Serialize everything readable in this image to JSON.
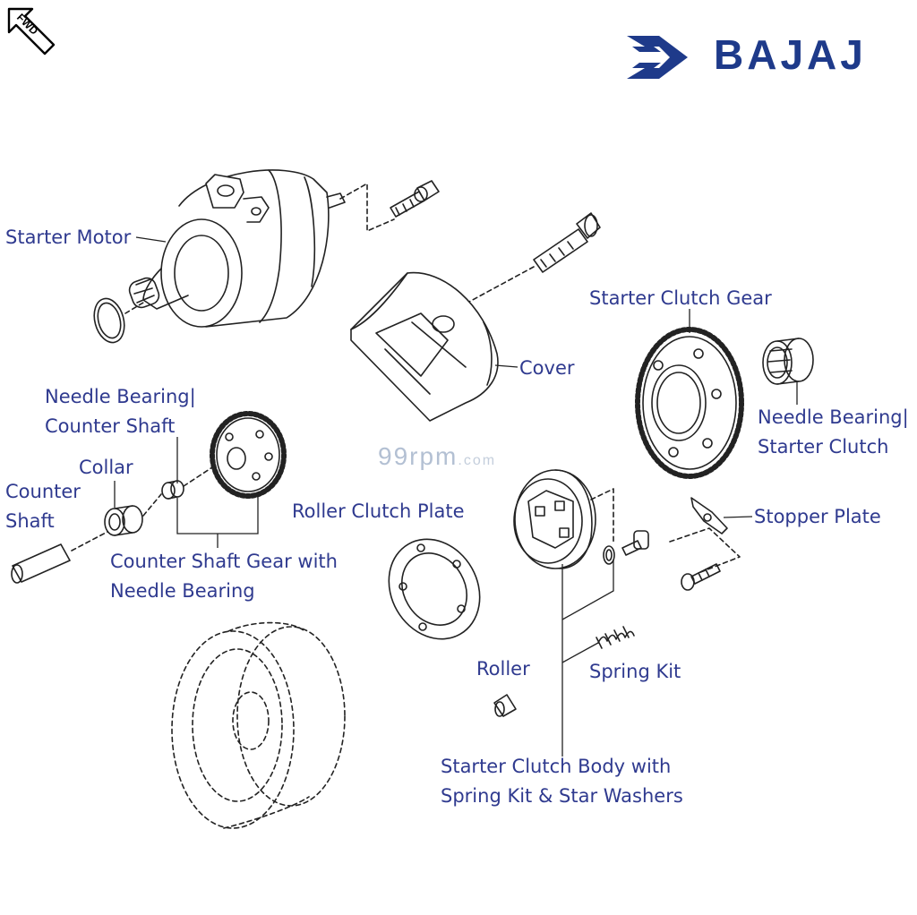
{
  "brand": {
    "name": "BAJAJ",
    "color": "#1e3a8a",
    "logo_icon": "bajaj-wing-logo"
  },
  "fwd": {
    "label": "FWD",
    "icon": "forward-arrow-icon"
  },
  "watermark": {
    "a": "99",
    "b": "rpm",
    "c": ".com"
  },
  "label_color": "#2f3a8f",
  "labels": {
    "starter_motor": "Starter Motor",
    "cover": "Cover",
    "starter_clutch_gear": "Starter Clutch Gear",
    "needle_bearing_starter_l1": "Needle Bearing|",
    "needle_bearing_starter_l2": "Starter Clutch",
    "needle_bearing_counter_l1": "Needle Bearing|",
    "needle_bearing_counter_l2": "Counter Shaft",
    "collar": "Collar",
    "counter_shaft_l1": "Counter",
    "counter_shaft_l2": "Shaft",
    "counter_shaft_gear_l1": "Counter Shaft Gear with",
    "counter_shaft_gear_l2": "Needle Bearing",
    "roller_clutch_plate": "Roller Clutch Plate",
    "stopper_plate": "Stopper Plate",
    "roller": "Roller",
    "spring_kit": "Spring Kit",
    "starter_clutch_body_l1": "Starter Clutch Body with",
    "starter_clutch_body_l2": "Spring Kit & Star Washers"
  }
}
